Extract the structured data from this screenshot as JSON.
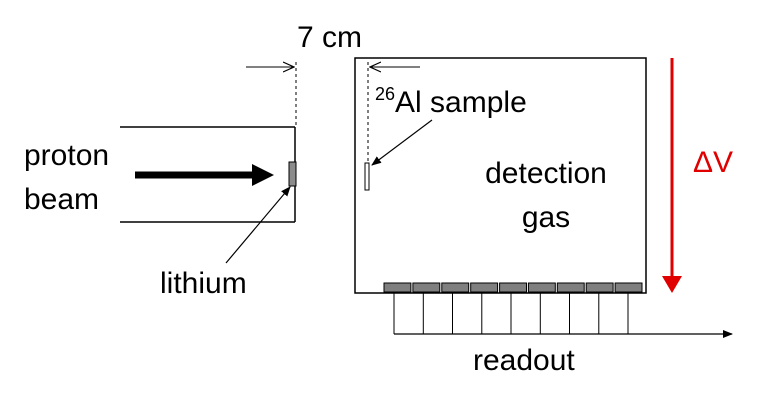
{
  "labels": {
    "distance": "7 cm",
    "sample_superscript": "26",
    "sample": "Al sample",
    "proton_line1": "proton",
    "proton_line2": "beam",
    "lithium": "lithium",
    "detection_line1": "detection",
    "detection_line2": "gas",
    "voltage": "ΔV",
    "readout": "readout"
  },
  "colors": {
    "stroke": "#000000",
    "voltage_arrow": "#e00000",
    "pad_fill": "#7f7f7f",
    "target_fill": "#8c8c8c"
  },
  "readout_pad_count": 9
}
